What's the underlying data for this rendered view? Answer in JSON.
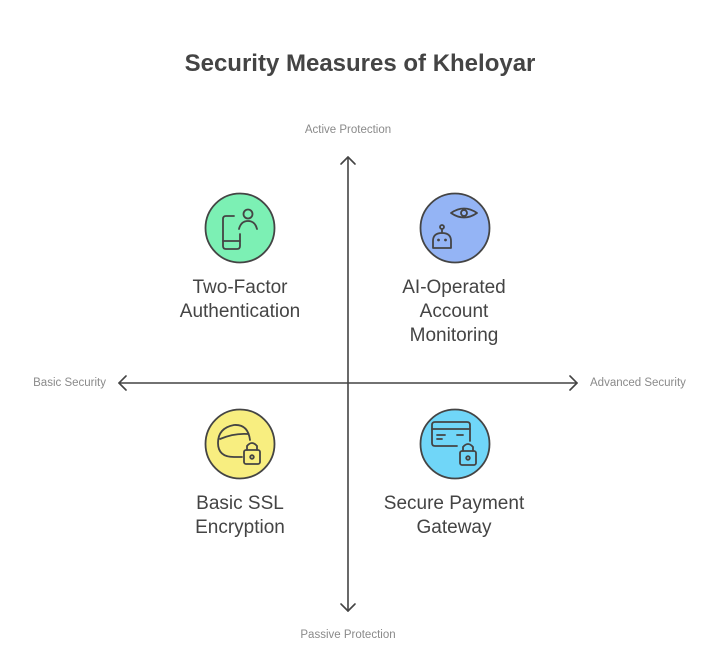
{
  "title": "Security Measures of Kheloyar",
  "axes": {
    "top": "Active Protection",
    "bottom": "Passive Protection",
    "left": "Basic Security",
    "right": "Advanced Security"
  },
  "quadrants": [
    {
      "lines": [
        "Two-Factor",
        "Authentication"
      ],
      "color": "#7cf0b4",
      "icon": "phone-user-icon"
    },
    {
      "lines": [
        "AI-Operated",
        "Account",
        "Monitoring"
      ],
      "color": "#94b4f5",
      "icon": "robot-eye-icon"
    },
    {
      "lines": [
        "Basic SSL",
        "Encryption"
      ],
      "color": "#f8ee80",
      "icon": "shield-lock-icon"
    },
    {
      "lines": [
        "Secure Payment",
        "Gateway"
      ],
      "color": "#70d6f8",
      "icon": "card-lock-icon"
    }
  ]
}
